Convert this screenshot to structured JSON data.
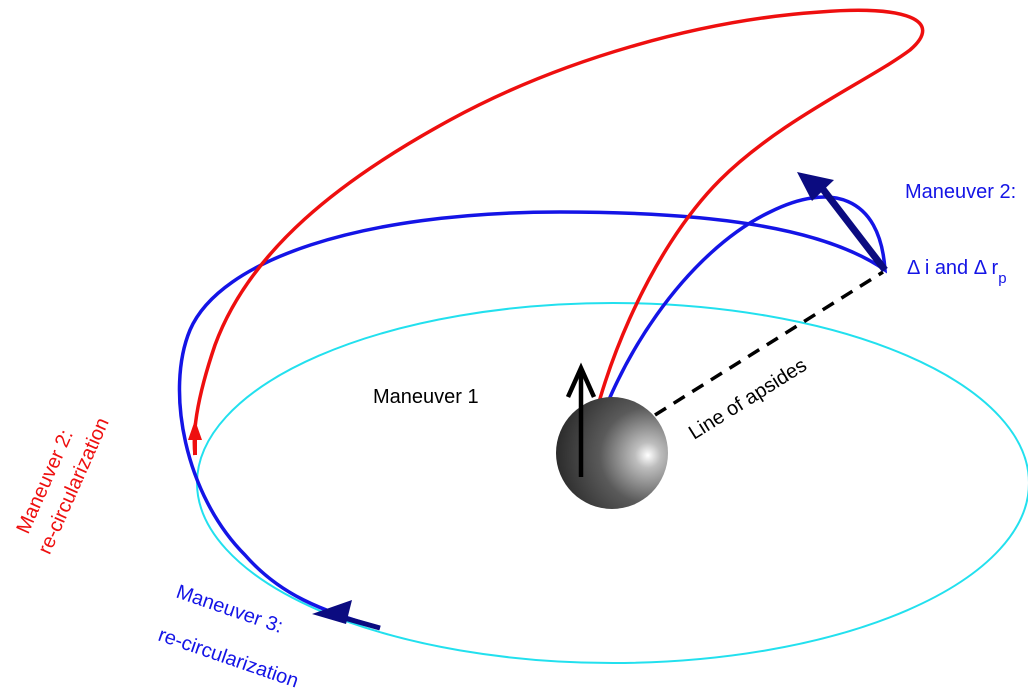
{
  "colors": {
    "circular_orbit": "#22e0ee",
    "blue_transfer": "#1414e6",
    "red_transfer": "#ee0f0f",
    "arrow_dark_blue": "#0b0b80",
    "apsides_line": "#000000",
    "planet_dark": "#1c1c1c",
    "planet_light": "#ffffff"
  },
  "labels": {
    "maneuver1": "Maneuver 1",
    "line_of_apsides": "Line of apsides",
    "maneuver2_blue_title": "Maneuver 2:",
    "maneuver2_blue_delta": "Δ i and Δ r",
    "maneuver2_blue_subscript": "p",
    "maneuver2_red_title": "Maneuver 2:",
    "maneuver2_red_sub": "re-circularization",
    "maneuver3_title": "Maneuver 3:",
    "maneuver3_sub": "re-circularization"
  }
}
